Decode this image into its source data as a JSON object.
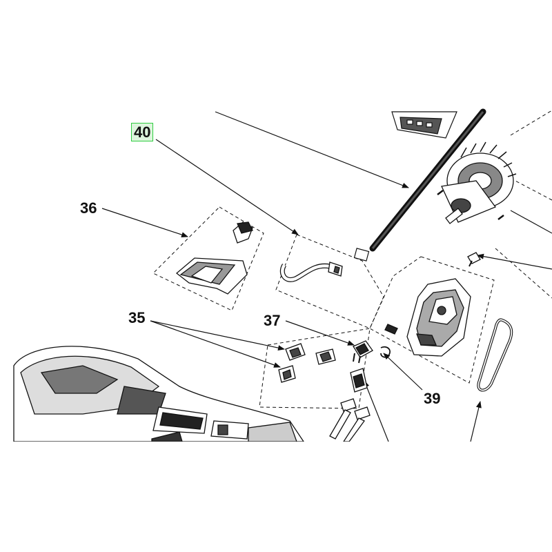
{
  "callouts": [
    {
      "id": "40",
      "label": "40",
      "highlighted": true
    },
    {
      "id": "36",
      "label": "36",
      "highlighted": false
    },
    {
      "id": "35",
      "label": "35",
      "highlighted": false
    },
    {
      "id": "37",
      "label": "37",
      "highlighted": false
    },
    {
      "id": "39",
      "label": "39",
      "highlighted": false
    }
  ],
  "colors": {
    "line": "#111111",
    "fill_dark": "#1a1a1a",
    "fill_mid": "#777777",
    "fill_light": "#ffffff",
    "highlight_border": "#2ecc40",
    "highlight_bg": "#ddf5dd"
  }
}
